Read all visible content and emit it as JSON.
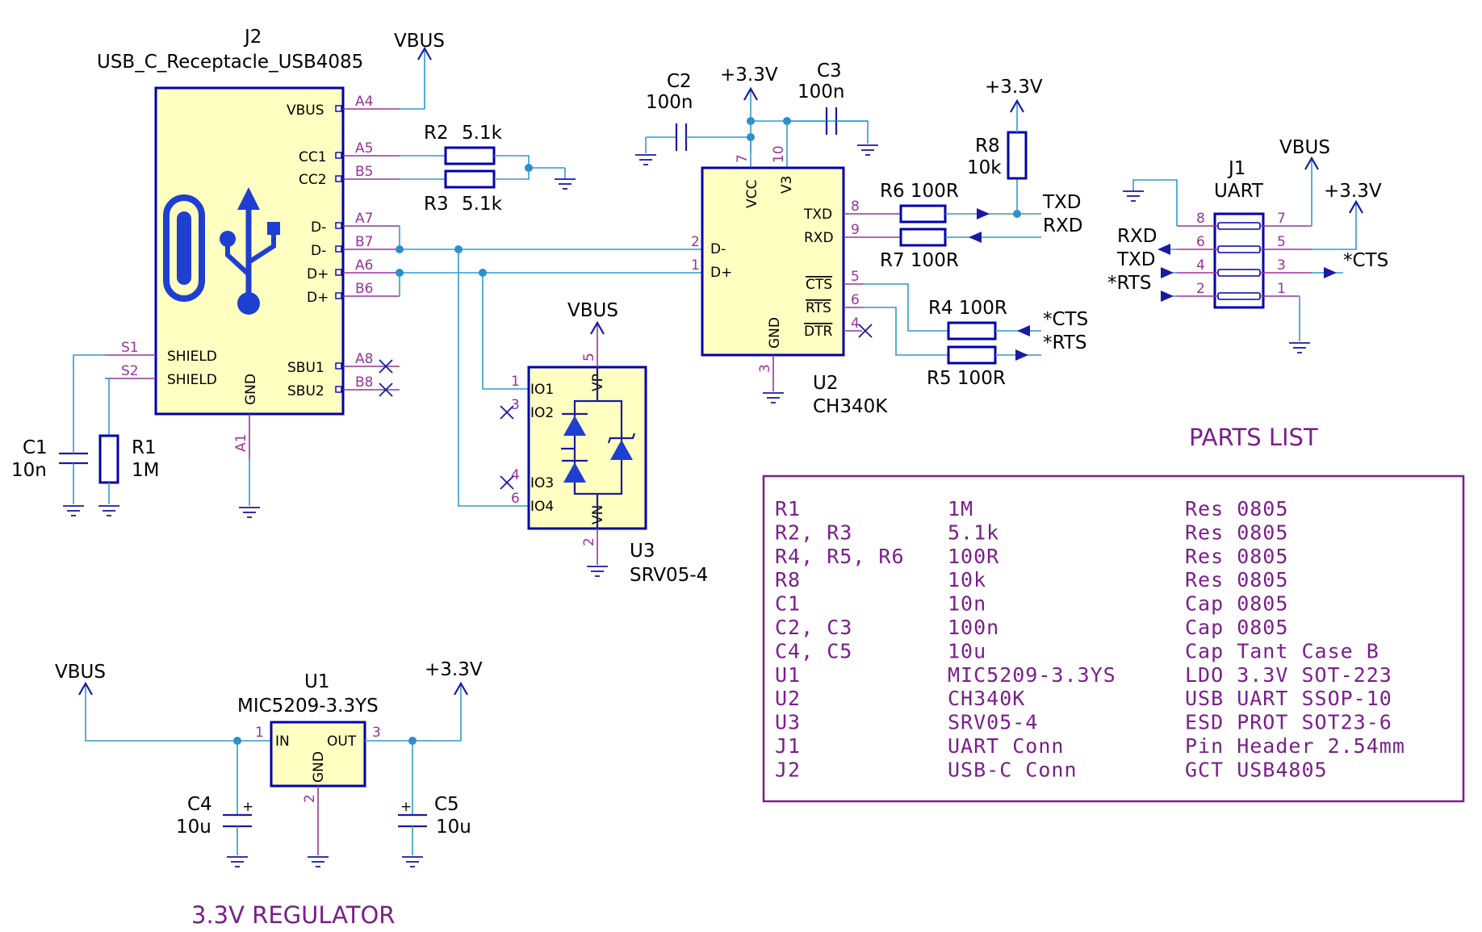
{
  "parts_list": {
    "title": "PARTS LIST",
    "rows": [
      {
        "ref": "R1",
        "value": "1M",
        "desc": "Res 0805"
      },
      {
        "ref": "R2, R3",
        "value": "5.1k",
        "desc": "Res 0805"
      },
      {
        "ref": "R4, R5, R6",
        "value": "100R",
        "desc": "Res 0805"
      },
      {
        "ref": "R8",
        "value": "10k",
        "desc": "Res 0805"
      },
      {
        "ref": "C1",
        "value": "10n",
        "desc": "Cap 0805"
      },
      {
        "ref": "C2, C3",
        "value": "100n",
        "desc": "Cap 0805"
      },
      {
        "ref": "C4, C5",
        "value": "10u",
        "desc": "Cap Tant Case B"
      },
      {
        "ref": "U1",
        "value": "MIC5209-3.3YS",
        "desc": "LDO 3.3V SOT-223"
      },
      {
        "ref": "U2",
        "value": "CH340K",
        "desc": "USB UART SSOP-10"
      },
      {
        "ref": "U3",
        "value": "SRV05-4",
        "desc": "ESD PROT SOT23-6"
      },
      {
        "ref": "J1",
        "value": "UART Conn",
        "desc": "Pin Header 2.54mm"
      },
      {
        "ref": "J2",
        "value": "USB-C Conn",
        "desc": "GCT USB4805"
      }
    ]
  },
  "regulator": {
    "section_title": "3.3V REGULATOR",
    "ref": "U1",
    "part": "MIC5209-3.3YS",
    "pin_in": "IN",
    "pin_out": "OUT",
    "pin_gnd": "GND",
    "pin1": "1",
    "pin2": "2",
    "pin3": "3",
    "c4_ref": "C4",
    "c4_val": "10u",
    "c5_ref": "C5",
    "c5_val": "10u",
    "vbus": "VBUS",
    "v33": "+3.3V"
  },
  "j2": {
    "ref": "J2",
    "part": "USB_C_Receptacle_USB4085",
    "vbus_net": "VBUS",
    "pins": [
      "VBUS",
      "CC1",
      "CC2",
      "D-",
      "D-",
      "D+",
      "D+",
      "SBU1",
      "SBU2"
    ],
    "pad_nums": [
      "A4",
      "A5",
      "B5",
      "A7",
      "B7",
      "A6",
      "B6",
      "A8",
      "B8"
    ],
    "shield1": "SHIELD",
    "shield2": "SHIELD",
    "s1": "S1",
    "s2": "S2",
    "gnd": "GND",
    "a1": "A1"
  },
  "passives": {
    "r2": "R2",
    "r2v": "5.1k",
    "r3": "R3",
    "r3v": "5.1k",
    "c1": "C1",
    "c1v": "10n",
    "r1": "R1",
    "r1v": "1M",
    "c2": "C2",
    "c2v": "100n",
    "c3": "C3",
    "c3v": "100n",
    "r8": "R8",
    "r8v": "10k",
    "r6": "R6 100R",
    "r7": "R7 100R",
    "r4": "R4 100R",
    "r5": "R5 100R"
  },
  "u2": {
    "ref": "U2",
    "part": "CH340K",
    "vcc": "VCC",
    "v3": "V3",
    "txd": "TXD",
    "rxd": "RXD",
    "cts": "CTS",
    "rts": "RTS",
    "dtr": "DTR",
    "dm": "D-",
    "dp": "D+",
    "gnd": "GND",
    "p7": "7",
    "p10": "10",
    "p8": "8",
    "p9": "9",
    "p2": "2",
    "p1": "1",
    "p5": "5",
    "p6": "6",
    "p4": "4",
    "p3": "3",
    "v33": "+3.3V",
    "v33b": "+3.3V",
    "net_txd": "TXD",
    "net_rxd": "RXD",
    "net_cts": "*CTS",
    "net_rts": "*RTS"
  },
  "u3": {
    "ref": "U3",
    "part": "SRV05-4",
    "vbus": "VBUS",
    "io1": "IO1",
    "io2": "IO2",
    "io3": "IO3",
    "io4": "IO4",
    "vp": "VP",
    "vn": "VN",
    "p1": "1",
    "p3": "3",
    "p4": "4",
    "p6": "6",
    "p5": "5",
    "p2": "2"
  },
  "j1": {
    "ref": "J1",
    "part": "UART",
    "vbus": "VBUS",
    "v33": "+3.3V",
    "rxd": "RXD",
    "txd": "TXD",
    "rts": "*RTS",
    "cts": "*CTS",
    "p8": "8",
    "p6": "6",
    "p4": "4",
    "p2": "2",
    "p7": "7",
    "p5": "5",
    "p3": "3",
    "p1": "1"
  }
}
